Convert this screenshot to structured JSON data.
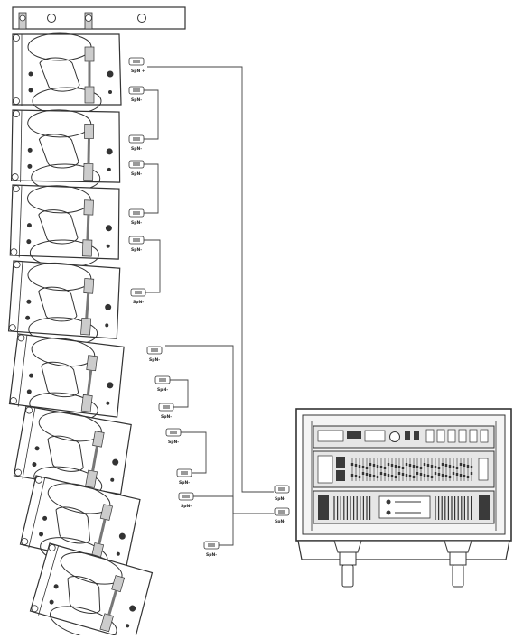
{
  "diagram": {
    "cabinet_count": 8,
    "connector_label_top": "SpN +",
    "connector_label": "SpN-",
    "rack_label": "SpN-",
    "colors": {
      "line": "#333333",
      "panel": "#e6e6e6",
      "dark": "#3a3a3a",
      "paper": "#ffffff"
    },
    "icons": [
      "flybar-icon",
      "speakon-connector-icon",
      "amplifier-rack-icon",
      "dsp-processor-icon",
      "power-amplifier-icon",
      "road-case-icon",
      "caster-wheel-icon"
    ]
  }
}
